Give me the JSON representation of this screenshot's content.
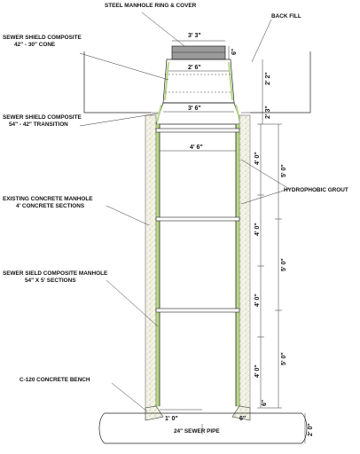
{
  "callouts": {
    "ring_cover": "STEEL MANHOLE RING & COVER",
    "back_fill": "BACK FILL",
    "cone_line1": "SEWER SHIELD COMPOSITE",
    "cone_line2": "42\" - 30\" CONE",
    "transition_line1": "SEWER SHIELD COMPOSITE",
    "transition_line2": "54\" - 42\" TRANSITION",
    "grout": "HYDROPHOBIC GROUT",
    "existing_line1": "EXISTING CONCRETE MANHOLE",
    "existing_line2": "4' CONCRETE SECTIONS",
    "sections_line1": "SEWER SIELD COMPOSITE MANHOLE",
    "sections_line2": "54\" X 5' SECTIONS",
    "bench": "C-120 CONCRETE BENCH",
    "pipe": "24\" SEWER PIPE"
  },
  "dimensions": {
    "cover_width": "3' 3\"",
    "cover_height": "6\"",
    "cone_inner": "2' 6\"",
    "cone_height": "2' 2\"",
    "transition_width": "3' 6\"",
    "transition_height": "2' 3\"",
    "section_width": "4' 6\"",
    "concrete_section_1": "4' 0\"",
    "concrete_section_2": "4' 0\"",
    "concrete_section_3": "4' 0\"",
    "concrete_section_4": "4' 0\"",
    "composite_section_1": "5' 0\"",
    "composite_section_2": "5' 0\"",
    "composite_section_3": "5' 0\"",
    "bench_height": "6\"",
    "bench_width": "1' 0\"",
    "bench_offset": "6\"",
    "pipe_diameter": "2' 0\""
  },
  "colors": {
    "liner_green": "#b8d68a",
    "concrete_speckle": "#cfcfb8",
    "line": "#222222"
  }
}
